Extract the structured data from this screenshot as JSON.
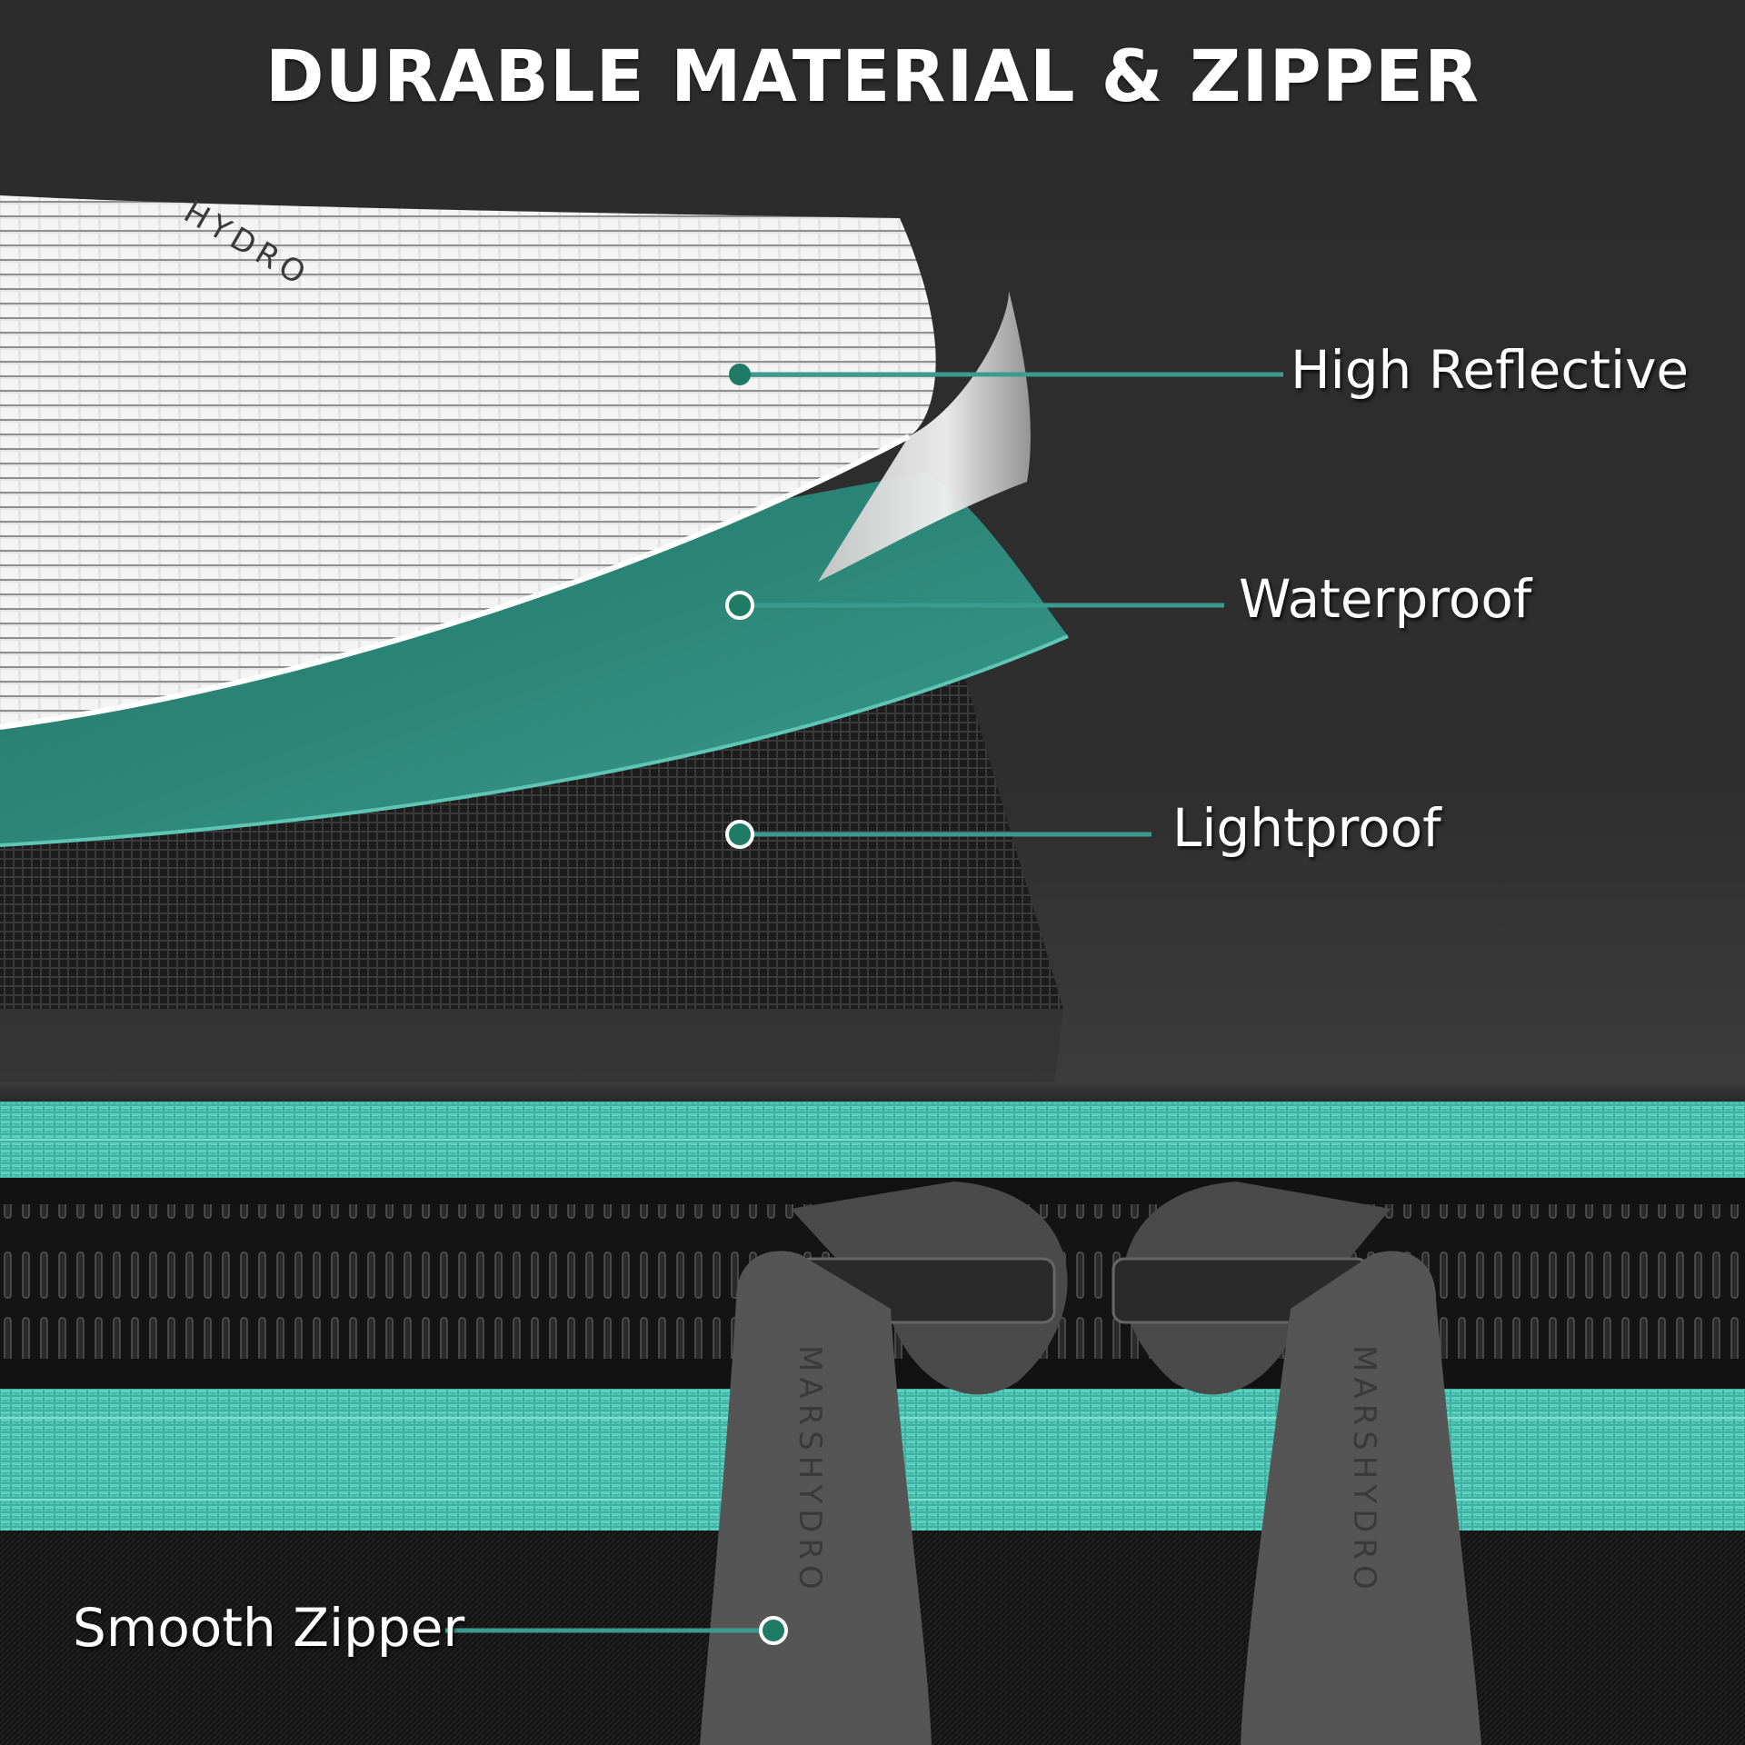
{
  "title": "DURABLE MATERIAL & ZIPPER",
  "callouts": {
    "high_reflective": "High Reflective",
    "waterproof": "Waterproof",
    "lightproof": "Lightproof",
    "smooth_zipper": "Smooth Zipper"
  },
  "brand": "MARSHYDRO",
  "colors": {
    "teal": "#3a9b8e",
    "teal_dark": "#1f7a66",
    "stripe_teal": "#49c2b4",
    "background": "#2c2c2c"
  }
}
